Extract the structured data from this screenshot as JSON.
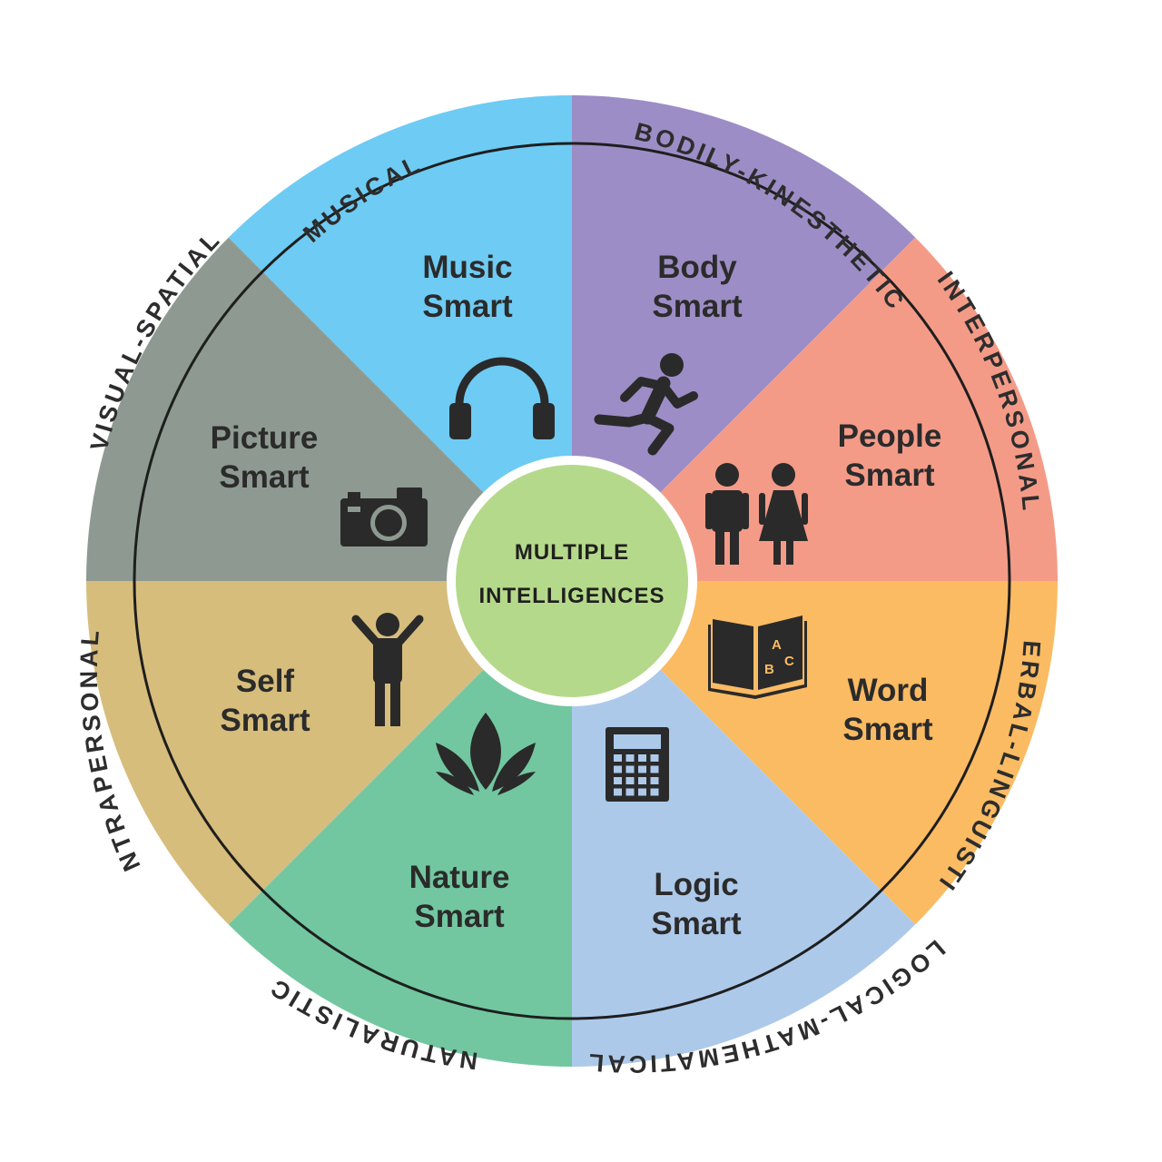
{
  "center": {
    "line1": "MULTIPLE",
    "line2": "INTELLIGENCES",
    "color": "#b5d98a"
  },
  "segments": [
    {
      "id": "musical",
      "ring": "MUSICAL",
      "line1": "Music",
      "line2": "Smart",
      "color": "#6ecbf3",
      "icon": "headphones-icon"
    },
    {
      "id": "bodily",
      "ring": "BODILY-KINESTHETIC",
      "line1": "Body",
      "line2": "Smart",
      "color": "#9d8dc6",
      "icon": "runner-icon"
    },
    {
      "id": "interpersonal",
      "ring": "INTERPERSONAL",
      "line1": "People",
      "line2": "Smart",
      "color": "#f49b88",
      "icon": "people-icon"
    },
    {
      "id": "verbal",
      "ring": "VERBAL-LINGUISTIC",
      "line1": "Word",
      "line2": "Smart",
      "color": "#fbbb63",
      "icon": "abc-book-icon",
      "icon_letters": [
        "A",
        "B",
        "C"
      ]
    },
    {
      "id": "logical",
      "ring": "LOGICAL-MATHEMATICAL",
      "line1": "Logic",
      "line2": "Smart",
      "color": "#adc9ea",
      "icon": "calculator-icon"
    },
    {
      "id": "naturalistic",
      "ring": "NATURALISTIC",
      "line1": "Nature",
      "line2": "Smart",
      "color": "#72c7a0",
      "icon": "leaves-icon"
    },
    {
      "id": "intrapersonal",
      "ring": "INTRAPERSONAL",
      "line1": "Self",
      "line2": "Smart",
      "color": "#d6bd7c",
      "icon": "person-arms-up-icon"
    },
    {
      "id": "visual",
      "ring": "VISUAL-SPATIAL",
      "line1": "Picture",
      "line2": "Smart",
      "color": "#8e9a91",
      "icon": "camera-icon"
    }
  ]
}
